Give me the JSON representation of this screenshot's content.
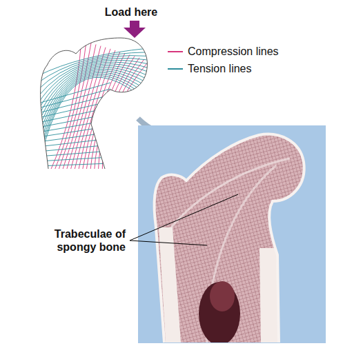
{
  "diagram": {
    "labels": [
      "Load here",
      "Trabeculae of spongy bone"
    ],
    "legend": [
      {
        "text": "Compression lines"
      },
      {
        "text": "Tension lines"
      }
    ]
  }
}
